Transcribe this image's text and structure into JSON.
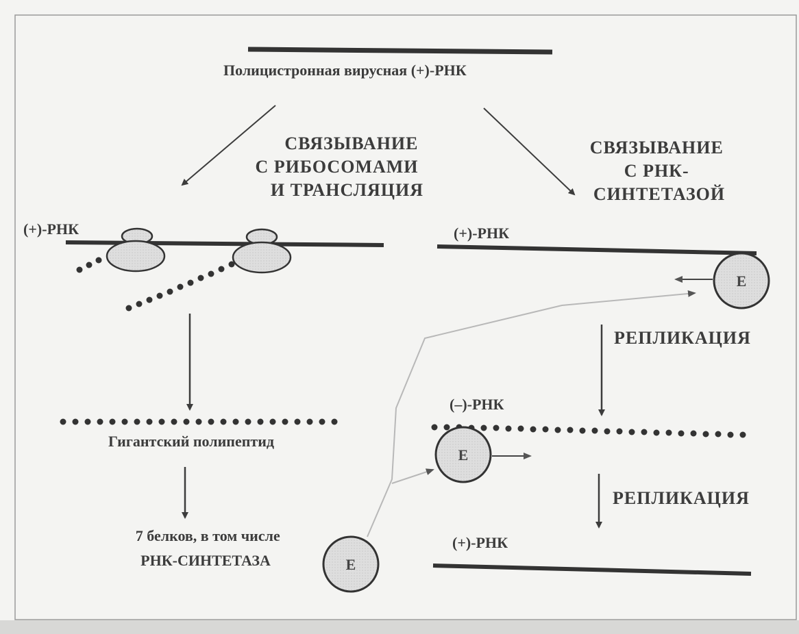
{
  "title": "Полицистронная вирусная (+)-РНК",
  "left_branch": {
    "step_lines": [
      "СВЯЗЫВАНИЕ",
      "С РИБОСОМАМИ",
      "И ТРАНСЛЯЦИЯ"
    ],
    "rna_label": "(+)-РНК",
    "polypeptide_label": "Гигантский полипептид",
    "proteins_line1": "7 белков, в том числе",
    "proteins_line2": "РНК-СИНТЕТАЗА"
  },
  "right_branch": {
    "step_lines": [
      "СВЯЗЫВАНИЕ",
      "С РНК-",
      "СИНТЕТАЗОЙ"
    ],
    "plus_rna_top": "(+)-РНК",
    "replication_1": "РЕПЛИКАЦИЯ",
    "minus_rna": "(–)-РНК",
    "replication_2": "РЕПЛИКАЦИЯ",
    "plus_rna_bottom": "(+)-РНК"
  },
  "enzyme_label": "E",
  "colors": {
    "ink": "#3c3c3c",
    "enzyme_fill": "#dcdcdc",
    "pathway_line": "#b8b8b8",
    "background": "#f4f4f2"
  }
}
